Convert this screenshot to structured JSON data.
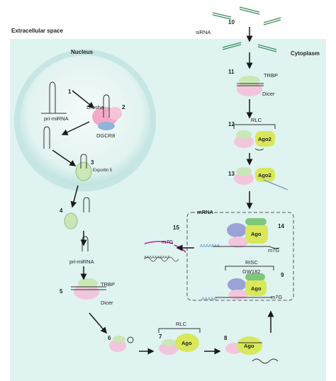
{
  "regions": {
    "extracellular": "Extracellular space",
    "nucleus": "Nucleus",
    "cytoplasm": "Cytoplasm",
    "mrna_box": "mRNA"
  },
  "labels": {
    "sirna": "siRNA",
    "pri_mirna_top": "pri-miRNA",
    "drosha": "Drosha",
    "dgcr8": "DGCR8",
    "exportin": "Exportin 5",
    "pri_mirna_bottom": "pri-miRNA",
    "trbp_left": "TRBP",
    "dicer_left": "Dicer",
    "trbp_right": "TRBP",
    "dicer_right": "Dicer",
    "rlc_right": "RLC",
    "rlc_bottom": "RLC",
    "risc": "RISC",
    "gw182": "GW182",
    "m7g_14": "m7G",
    "m7g_15": "m7G",
    "m7g_9": "m7G",
    "aaaaa": "AAAAA",
    "poly_a_14": "AAAAAAA",
    "poly_a_15": "AAAAAAAAAA",
    "ago2_12": "Ago2",
    "ago2_13": "Ago2",
    "ago_14": "Ago",
    "ago_9": "Ago",
    "ago_7": "Ago",
    "ago_8": "Ago"
  },
  "steps": [
    "1",
    "2",
    "3",
    "4",
    "5",
    "6",
    "7",
    "8",
    "9",
    "10",
    "11",
    "12",
    "13",
    "14",
    "15"
  ],
  "colors": {
    "cell": "#dff3f1",
    "nucleus_outer": "#c9e8e6",
    "nucleus_inner": "#edf8f7",
    "ago_green": "#d8e85a",
    "dicer_pink": "#f1c6dc",
    "protein_green": "#cbe7b6",
    "drosha_pink": "#f3a8c8",
    "dgcr8_blue": "#8fb3dd",
    "arrow": "#1a1a1a",
    "mrna_magenta": "#c0249a",
    "purple": "#9aa2d6"
  }
}
